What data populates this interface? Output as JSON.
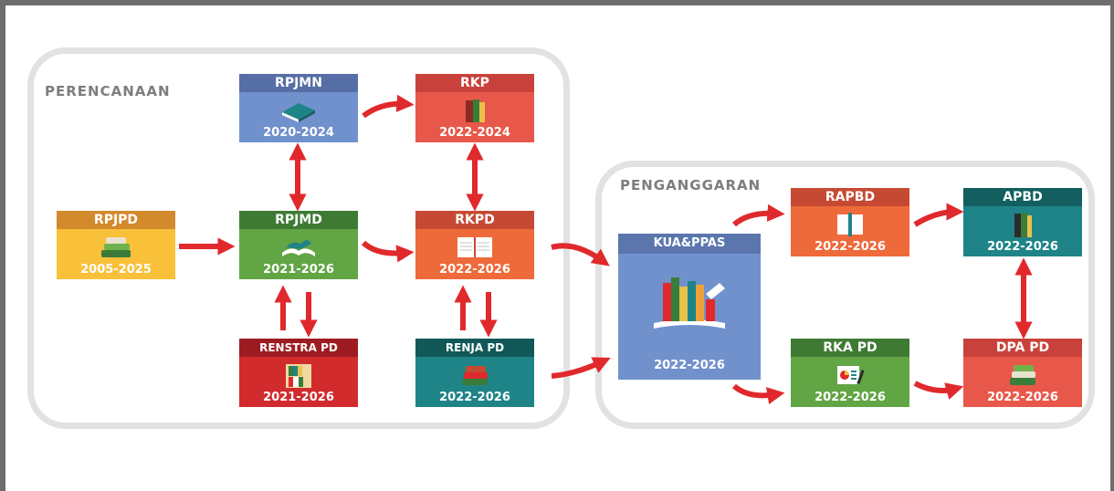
{
  "groups": {
    "planning_title": "PERENCANAAN",
    "budgeting_title": "PENGANGGARAN"
  },
  "cards": {
    "rpjpd": {
      "title": "RPJPD",
      "years": "2005-2025",
      "icon": "book-stack-icon",
      "header_color": "#d38a2c",
      "body_color": "#f9c03a"
    },
    "rpjmn": {
      "title": "RPJMN",
      "years": "2020-2024",
      "icon": "book-icon",
      "header_color": "#566ea6",
      "body_color": "#7191cd"
    },
    "rkp": {
      "title": "RKP",
      "years": "2022-2024",
      "icon": "books-icon",
      "header_color": "#c8423b",
      "body_color": "#e8584a"
    },
    "rpjmd": {
      "title": "RPJMD",
      "years": "2021-2026",
      "icon": "open-book-icon",
      "header_color": "#3f7a35",
      "body_color": "#62a544"
    },
    "rkpd": {
      "title": "RKPD",
      "years": "2022-2026",
      "icon": "open-book-icon",
      "header_color": "#c64a33",
      "body_color": "#ee6a3b"
    },
    "renstra": {
      "title": "RENSTRA PD",
      "years": "2021-2026",
      "icon": "bookshelf-icon",
      "header_color": "#9c1c22",
      "body_color": "#d22b2e"
    },
    "renja": {
      "title": "RENJA PD",
      "years": "2022-2026",
      "icon": "book-stack-icon",
      "header_color": "#125858",
      "body_color": "#1f8487"
    },
    "kua": {
      "title": "KUA&PPAS",
      "years": "2022-2026",
      "icon": "library-books-icon",
      "header_color": "#5b76ad",
      "body_color": "#7191cd"
    },
    "rapbd": {
      "title": "RAPBD",
      "years": "2022-2026",
      "icon": "open-book-icon",
      "header_color": "#c64a33",
      "body_color": "#ee6a3b"
    },
    "apbd": {
      "title": "APBD",
      "years": "2022-2026",
      "icon": "books-icon",
      "header_color": "#135f5f",
      "body_color": "#1f8487"
    },
    "rka": {
      "title": "RKA PD",
      "years": "2022-2026",
      "icon": "report-icon",
      "header_color": "#3f7a35",
      "body_color": "#62a544"
    },
    "dpa": {
      "title": "DPA PD",
      "years": "2022-2026",
      "icon": "book-stack-icon",
      "header_color": "#c8423b",
      "body_color": "#e8584a"
    }
  },
  "arrow_color": "#e0292c"
}
